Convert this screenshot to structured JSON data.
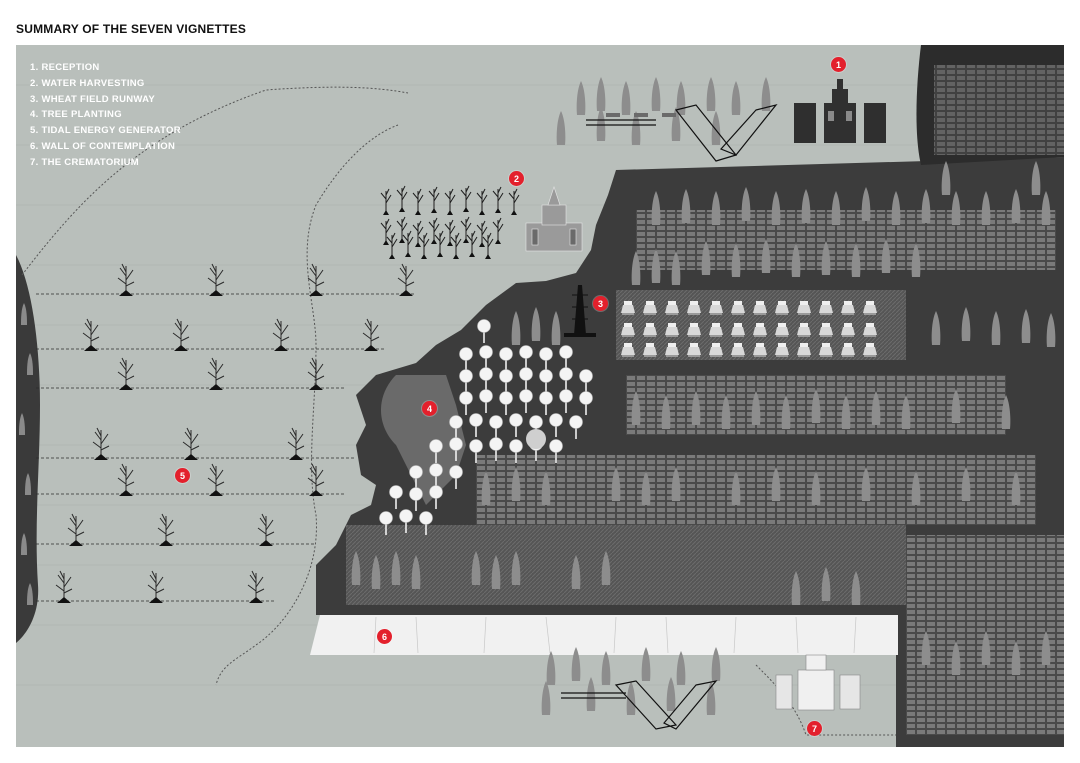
{
  "title": "SUMMARY OF THE SEVEN VIGNETTES",
  "legend": [
    "1. RECEPTION",
    "2. WATER HARVESTING",
    "3. WHEAT FIELD RUNWAY",
    "4. TREE PLANTING",
    "5. TIDAL ENERGY GENERATOR",
    "6. WALL OF CONTEMPLATION",
    "7. THE CREMATORIUM"
  ],
  "markers": [
    "1",
    "2",
    "3",
    "4",
    "5",
    "6",
    "7"
  ],
  "colors": {
    "water": "#b9bfbb",
    "land_dark": "#3c3c3c",
    "land_mid": "#5e5e5e",
    "cypress": "#8d8d8d",
    "wall": "#f1f1f1",
    "marker": "#e3202c"
  }
}
